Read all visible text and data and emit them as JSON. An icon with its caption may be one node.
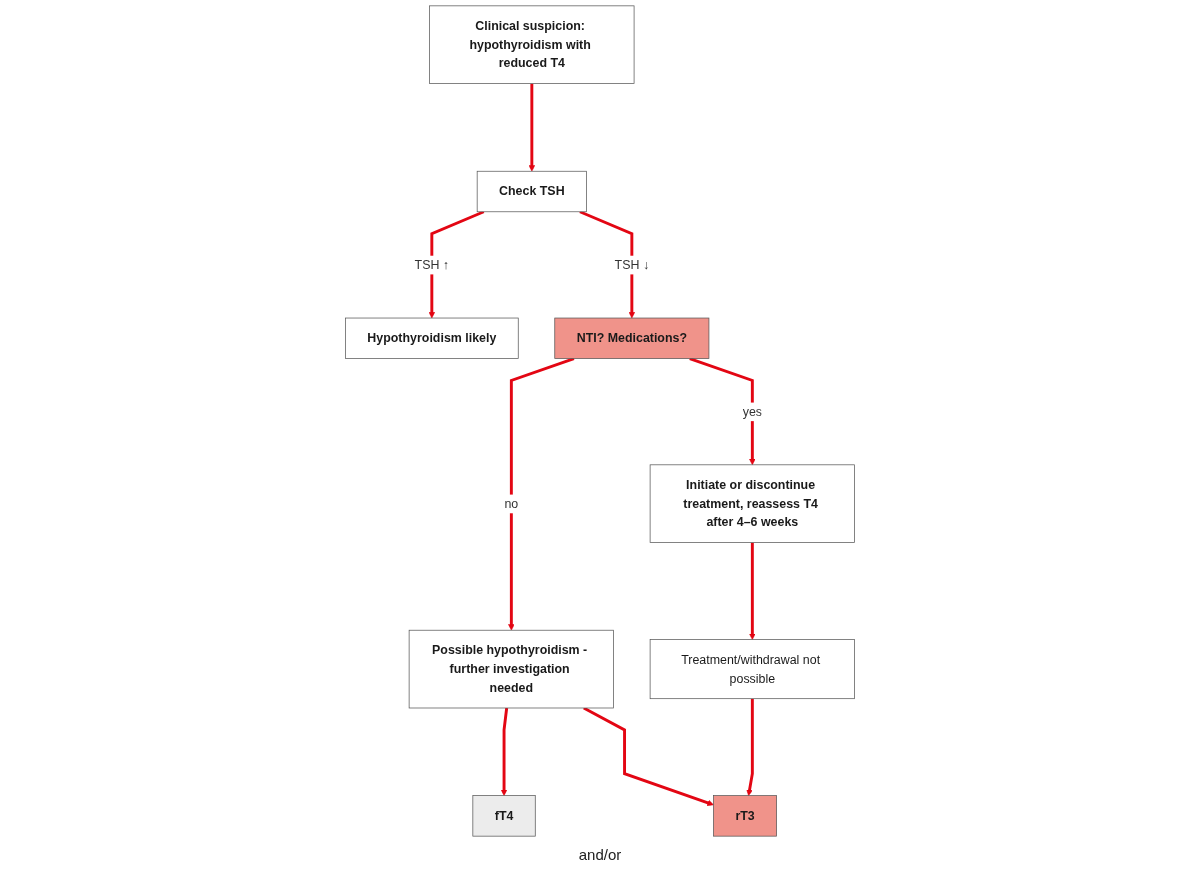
{
  "diagram": {
    "nodes": [
      {
        "text": [
          "Clinical suspicion: hypothyroidism with reduced T4"
        ]
      },
      {
        "text": [
          "Check TSH"
        ]
      },
      {
        "text": [
          "Hypothyroidism likely"
        ]
      },
      {
        "text": [
          "NTI? Medications?"
        ]
      },
      {
        "text": [
          "Possible hypothyroidism - further investigation needed"
        ]
      },
      {
        "text": [
          "Initiate or discontinue treatment, reassess T4 after 4–6 weeks"
        ]
      },
      {
        "text": [
          "Treatment/withdrawal not possible"
        ]
      },
      {
        "text": [
          "fT4"
        ]
      },
      {
        "text": [
          "rT3"
        ]
      }
    ],
    "edges": [
      {
        "from": 0,
        "to": 1,
        "arrow": "to"
      },
      {
        "from": 1,
        "to": 2,
        "arrow": "to",
        "label": "TSH ↑"
      },
      {
        "from": 1,
        "to": 3,
        "arrow": "to",
        "label": "TSH ↓"
      },
      {
        "from": 3,
        "to": 4,
        "arrow": "to",
        "label": "no"
      },
      {
        "from": 3,
        "to": 5,
        "arrow": "to",
        "label": "yes"
      },
      {
        "from": 5,
        "to": 6,
        "arrow": "to"
      },
      {
        "from": 4,
        "to": 7,
        "arrow": "to"
      },
      {
        "from": 4,
        "to": 8,
        "arrow": "to"
      },
      {
        "from": 6,
        "to": 8,
        "arrow": "to"
      }
    ],
    "labels": [
      "and/or"
    ]
  }
}
